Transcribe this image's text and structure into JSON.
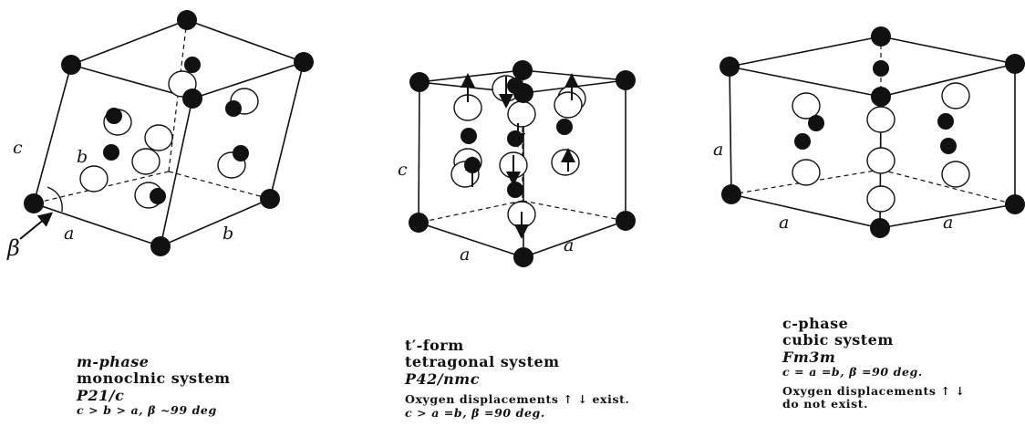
{
  "structures": [
    {
      "labels": {
        "c": "c",
        "b_inner": "b",
        "a": "a",
        "b": "b",
        "angle": "β"
      },
      "caption": [
        {
          "text": "m-phase",
          "style": "t"
        },
        {
          "text": "monoclnic system",
          "style": "t"
        },
        {
          "text": "P21/c",
          "style": "t"
        },
        {
          "text": "c > b > a,  β ~99 deg",
          "style": "s"
        }
      ]
    },
    {
      "labels": {
        "c": "c",
        "a1": "a",
        "a2": "a"
      },
      "caption": [
        {
          "text": "t′-form",
          "style": "t"
        },
        {
          "text": "tetragonal system",
          "style": "t"
        },
        {
          "text": "P42/nmc",
          "style": "t"
        },
        {
          "text": "Oxygen displacements ↑ ↓ exist.",
          "style": "s"
        },
        {
          "text": "c > a =b,  β =90 deg.",
          "style": "s"
        }
      ]
    },
    {
      "labels": {
        "a_side": "a",
        "a1": "a",
        "a2": "a"
      },
      "caption": [
        {
          "text": "c-phase",
          "style": "t"
        },
        {
          "text": "cubic system",
          "style": "t"
        },
        {
          "text": "Fm3m",
          "style": "t"
        },
        {
          "text": "c = a =b,  β =90 deg.",
          "style": "s"
        },
        {
          "text": "Oxygen displacements ↑ ↓",
          "style": "s"
        },
        {
          "text": "do not exist.",
          "style": "s"
        }
      ]
    }
  ]
}
